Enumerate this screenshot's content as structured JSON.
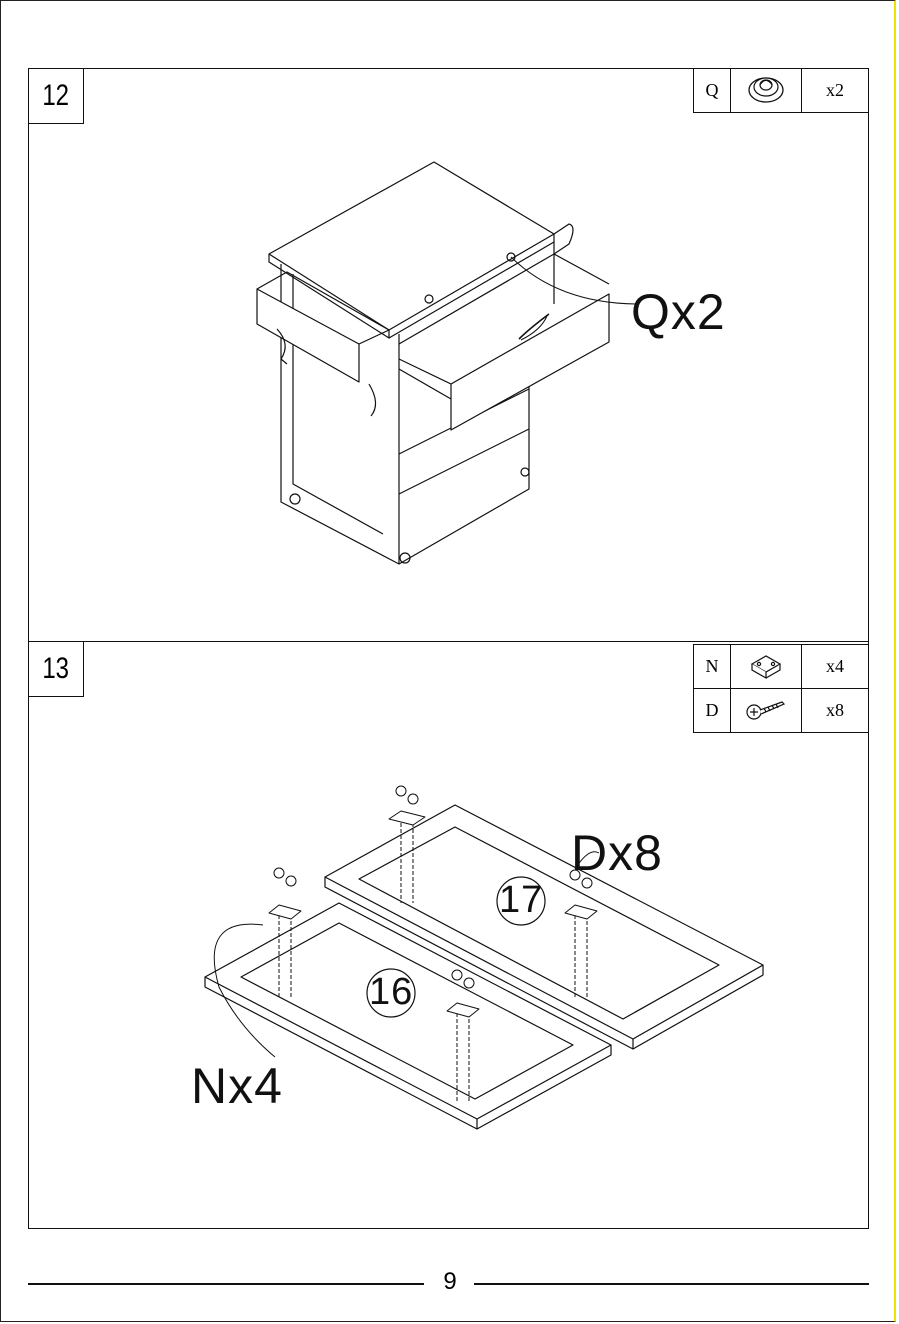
{
  "steps": [
    {
      "number": "12",
      "parts": [
        {
          "code": "Q",
          "icon": "knob-icon",
          "qty": "x2"
        }
      ],
      "callouts": [
        "Qx2"
      ]
    },
    {
      "number": "13",
      "parts": [
        {
          "code": "N",
          "icon": "bracket-icon",
          "qty": "x4"
        },
        {
          "code": "D",
          "icon": "screw-icon",
          "qty": "x8"
        }
      ],
      "callouts": [
        "Dx8",
        "Nx4"
      ],
      "panel_labels": [
        "17",
        "16"
      ]
    }
  ],
  "page_number": "9"
}
